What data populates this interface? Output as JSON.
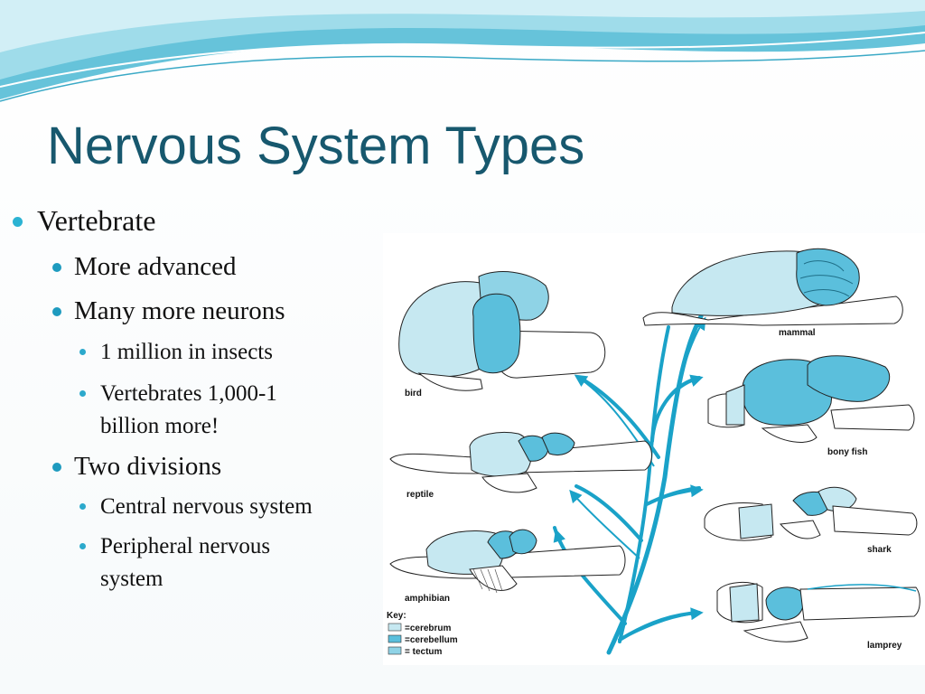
{
  "slide": {
    "title": "Nervous System Types",
    "bullets": {
      "vertebrate": "Vertebrate",
      "more_advanced": "More advanced",
      "many_more_neurons": "Many more neurons",
      "insects": "1 million in insects",
      "vertebrates_line1": "Vertebrates 1,000-1",
      "vertebrates_line2": "billion more!",
      "two_divisions": "Two divisions",
      "central": "Central nervous system",
      "peripheral_line1": "Peripheral nervous",
      "peripheral_line2": "system"
    }
  },
  "figure": {
    "labels": {
      "mammal": "mammal",
      "bird": "bird",
      "bony_fish": "bony fish",
      "reptile": "reptile",
      "shark": "shark",
      "amphibian": "amphibian",
      "lamprey": "lamprey"
    },
    "key": {
      "title": "Key:",
      "cerebrum": "=cerebrum",
      "cerebellum": "=cerebellum",
      "tectum": "= tectum"
    }
  },
  "colors": {
    "title": "#17586e",
    "bullet": "#2bb3d3",
    "cerebrum": "#c6e8f1",
    "cerebellum": "#5bbfdc",
    "tectum": "#8fd3e6",
    "tree": "#1aa2c8"
  }
}
